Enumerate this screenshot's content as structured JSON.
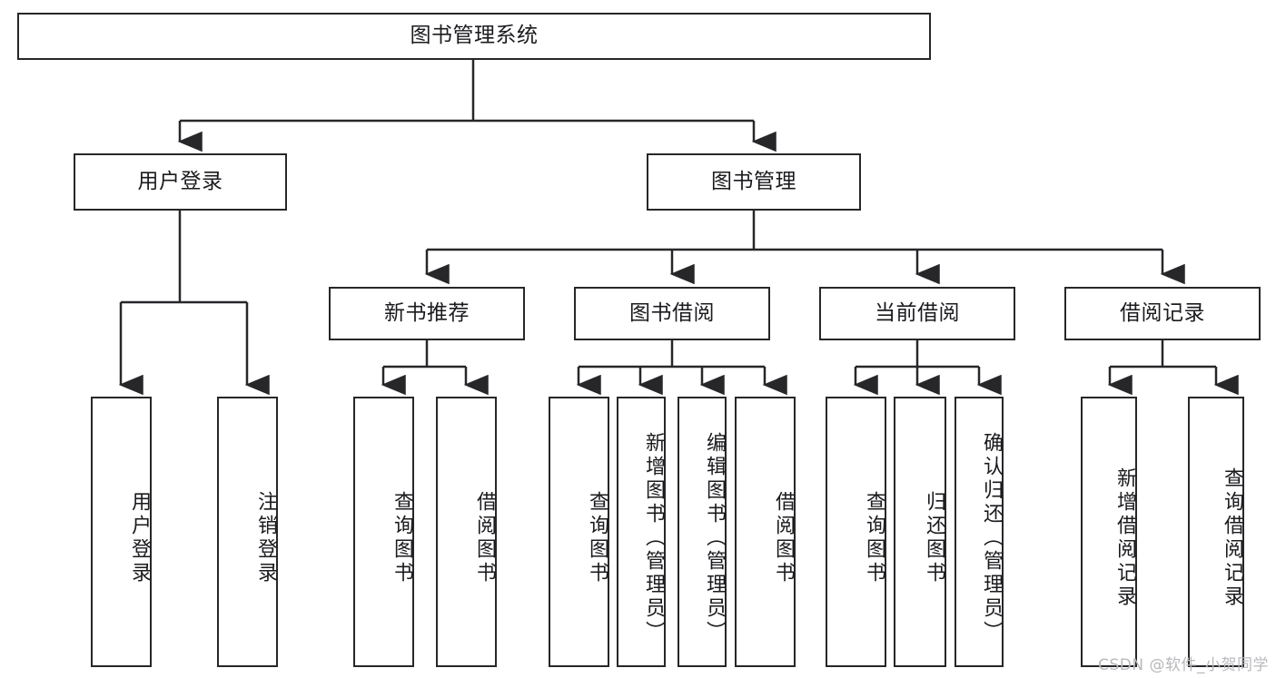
{
  "diagram": {
    "title": "图书管理系统",
    "stroke_color": "#27272a",
    "fill_color": "#ffffff",
    "text_color": "#1b1b1f",
    "root": {
      "label": "图书管理系统"
    },
    "level2": [
      {
        "label": "用户登录"
      },
      {
        "label": "图书管理"
      }
    ],
    "level3": [
      {
        "label": "新书推荐"
      },
      {
        "label": "图书借阅"
      },
      {
        "label": "当前借阅"
      },
      {
        "label": "借阅记录"
      }
    ],
    "leaves": [
      {
        "label": "用户登录"
      },
      {
        "label": "注销登录"
      },
      {
        "label": "查询图书"
      },
      {
        "label": "借阅图书"
      },
      {
        "label": "查询图书"
      },
      {
        "label": "新增图书（管理员）"
      },
      {
        "label": "编辑图书（管理员）"
      },
      {
        "label": "借阅图书"
      },
      {
        "label": "查询图书"
      },
      {
        "label": "归还图书"
      },
      {
        "label": "确认归还（管理员）"
      },
      {
        "label": "新增借阅记录"
      },
      {
        "label": "查询借阅记录"
      }
    ]
  },
  "watermark": {
    "text": "CSDN @软件_小贺同学"
  }
}
